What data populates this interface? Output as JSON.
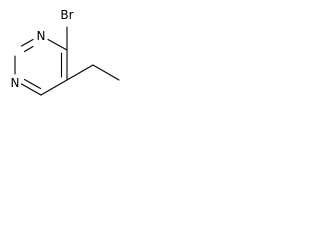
{
  "structure": {
    "atoms": {
      "bromine": "Br",
      "nitrogen_top": "N",
      "nitrogen_bottom": "N"
    },
    "colors": {
      "bond": "#000000",
      "label": "#000000",
      "background": "#ffffff"
    }
  }
}
